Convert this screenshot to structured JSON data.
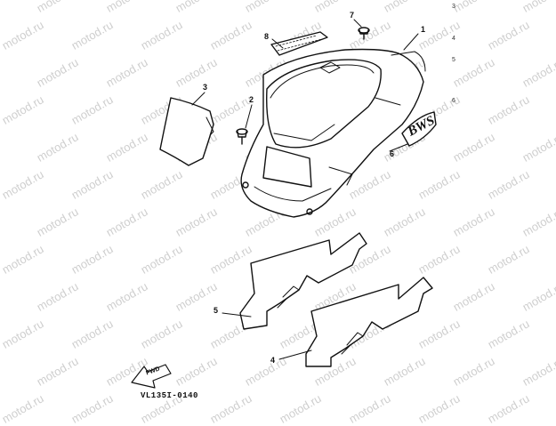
{
  "watermark": "motod.ru",
  "callouts": [
    {
      "number": "1",
      "part": "body-cowling"
    },
    {
      "number": "2",
      "part": "screw"
    },
    {
      "number": "3",
      "part": "front-lid"
    },
    {
      "number": "4",
      "part": "floor-mat-right"
    },
    {
      "number": "5",
      "part": "floor-mat-left"
    },
    {
      "number": "6",
      "part": "emblem"
    },
    {
      "number": "7",
      "part": "screw-top"
    },
    {
      "number": "8",
      "part": "seal-plate"
    }
  ],
  "emblem_text": "BWS",
  "fwd_label": "FWD",
  "diagram_code": "VL135I-0140",
  "edge_marks": [
    "3",
    "4",
    "5",
    "6"
  ],
  "colors": {
    "line": "#111111",
    "watermark": "#cfcfcf",
    "background": "#ffffff"
  }
}
